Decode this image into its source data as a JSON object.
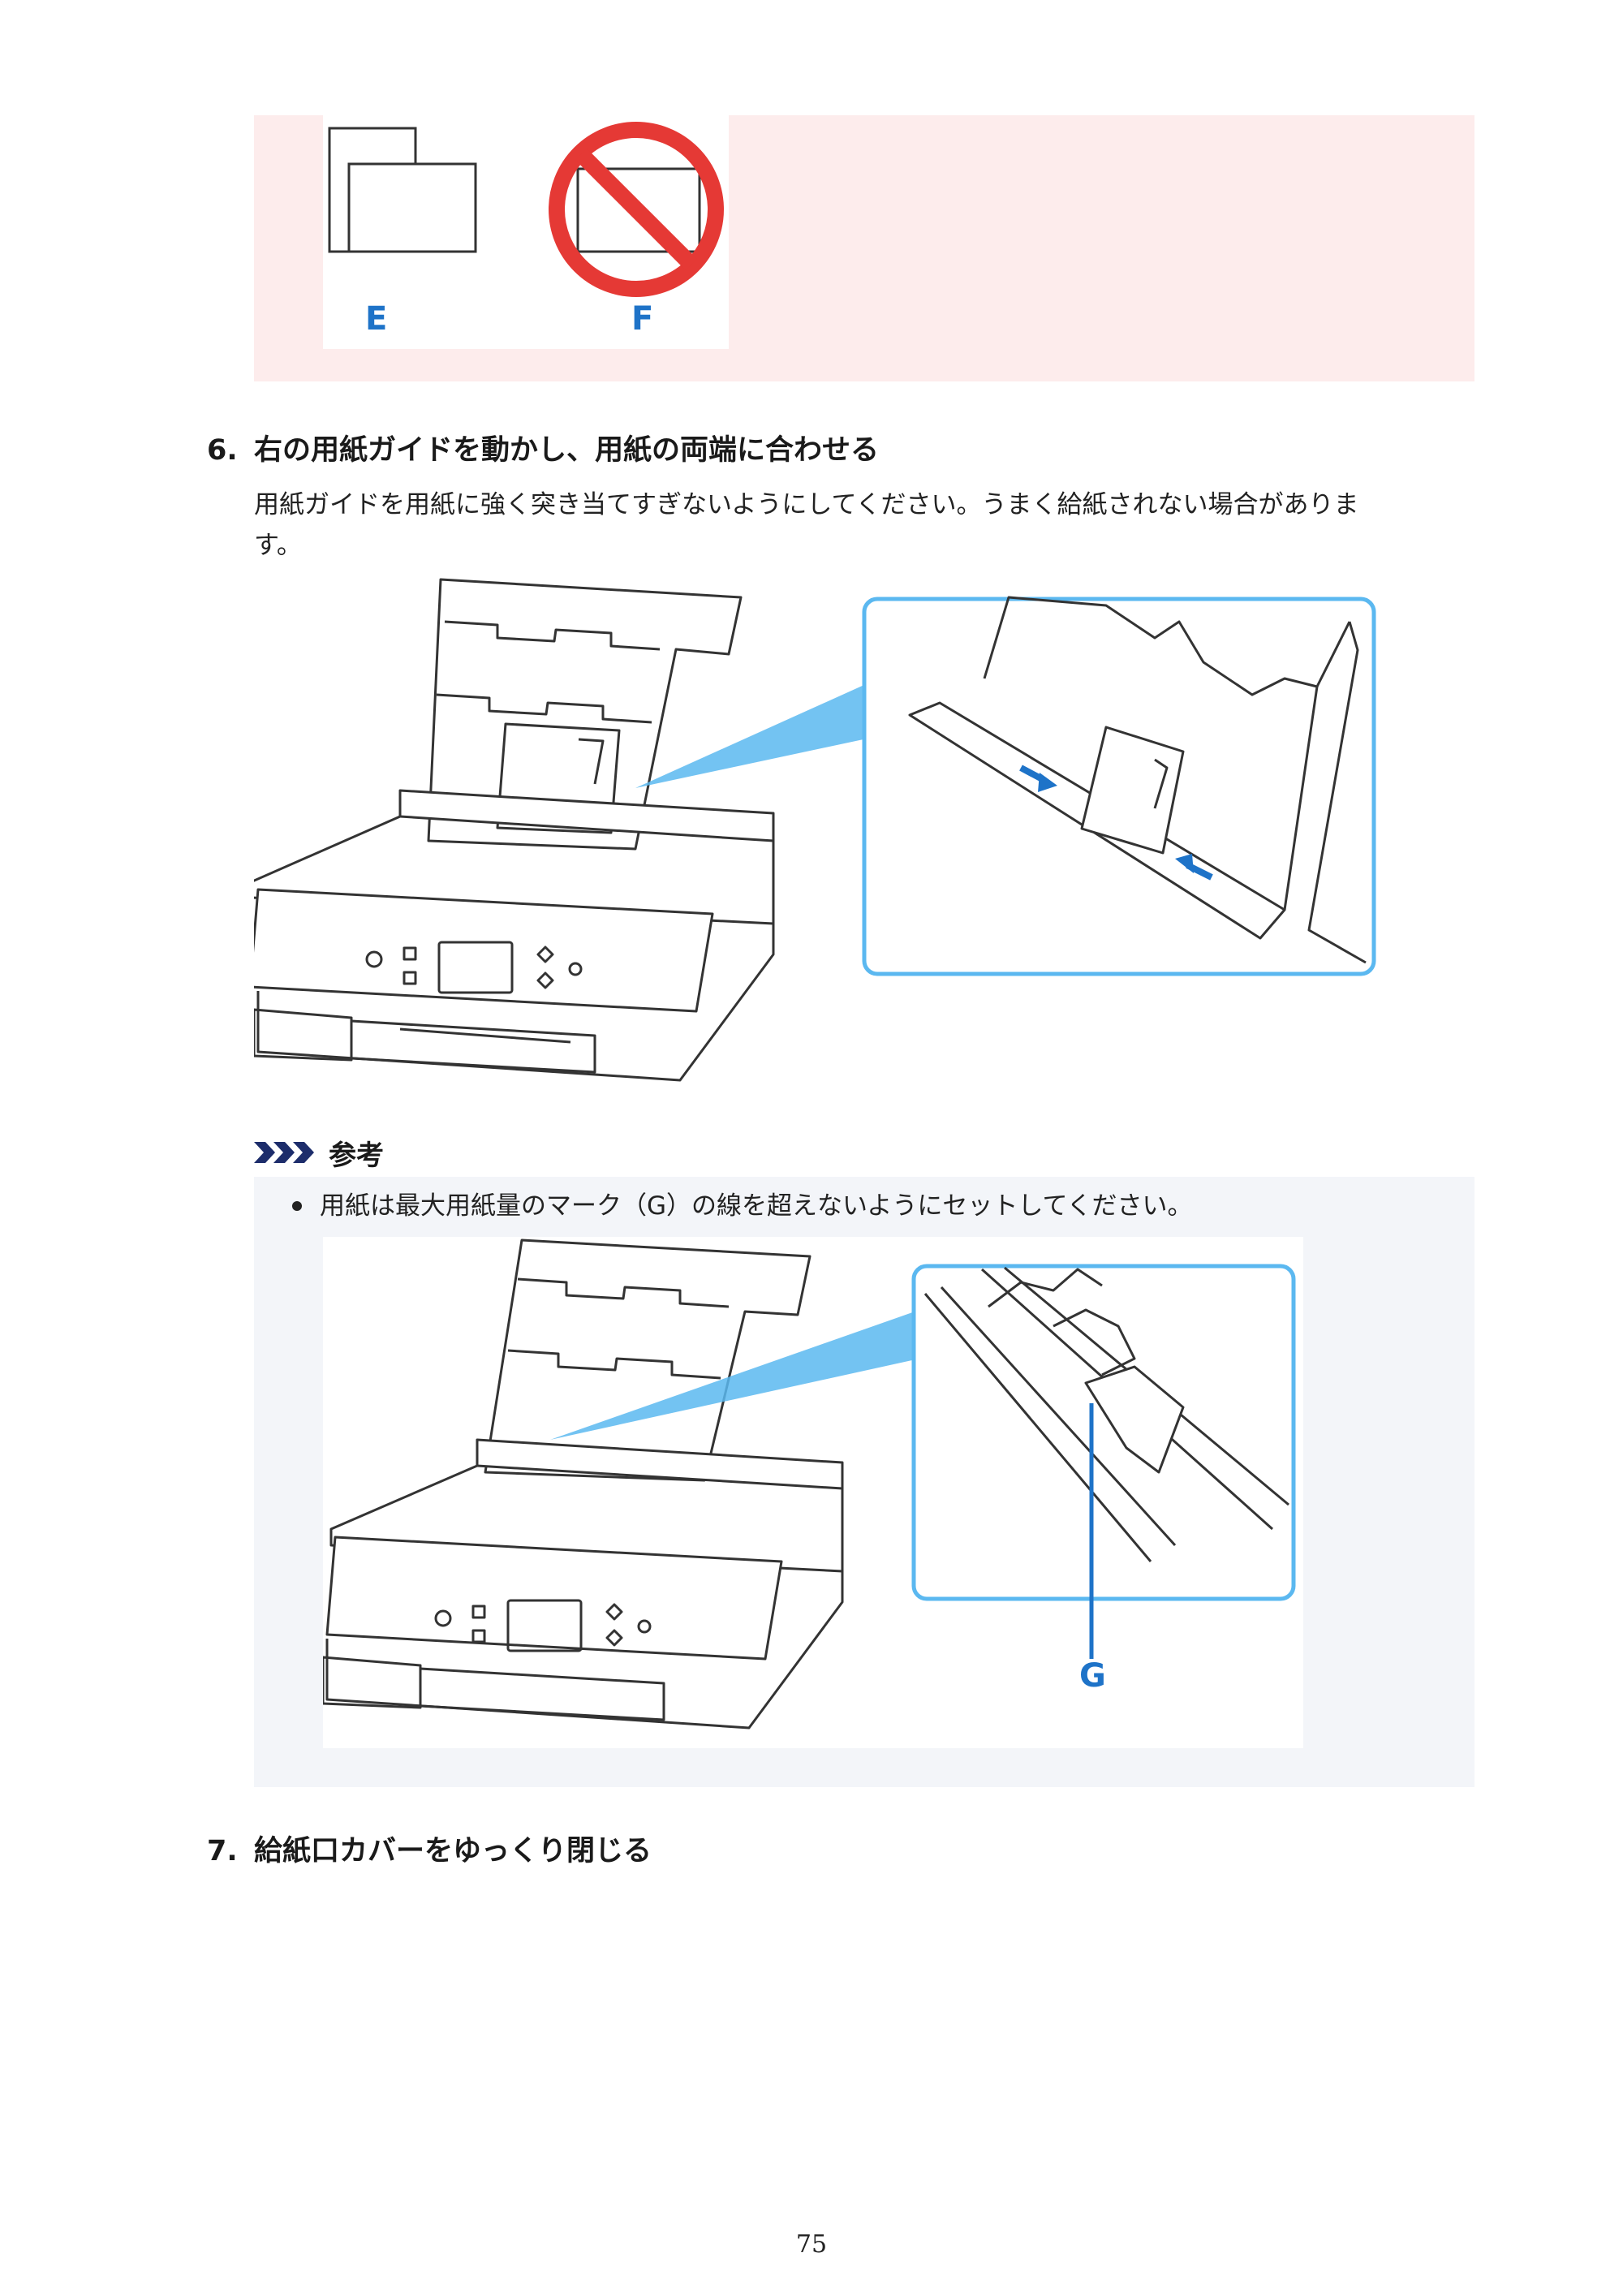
{
  "figure_top": {
    "labels": [
      "E",
      "F"
    ]
  },
  "step6": {
    "number": "6.",
    "title": "右の用紙ガイドを動かし、用紙の両端に合わせる",
    "text_line1": "用紙ガイドを用紙に強く突き当てすぎないようにしてください。うまく給紙されない場合がありま",
    "text_line2": "す。"
  },
  "note": {
    "title": "参考",
    "bullet": "用紙は最大用紙量のマーク（G）の線を超えないようにセットしてください。",
    "figure_label": "G"
  },
  "step7": {
    "number": "7.",
    "title": "給紙口カバーをゆっくり閉じる"
  },
  "page_number": "75",
  "colors": {
    "caution_bg": "#fdecec",
    "note_bg": "#f3f5f9",
    "label_blue": "#1e73c8",
    "callout_blue": "#5bb8f0",
    "prohibit_red": "#e53935"
  }
}
